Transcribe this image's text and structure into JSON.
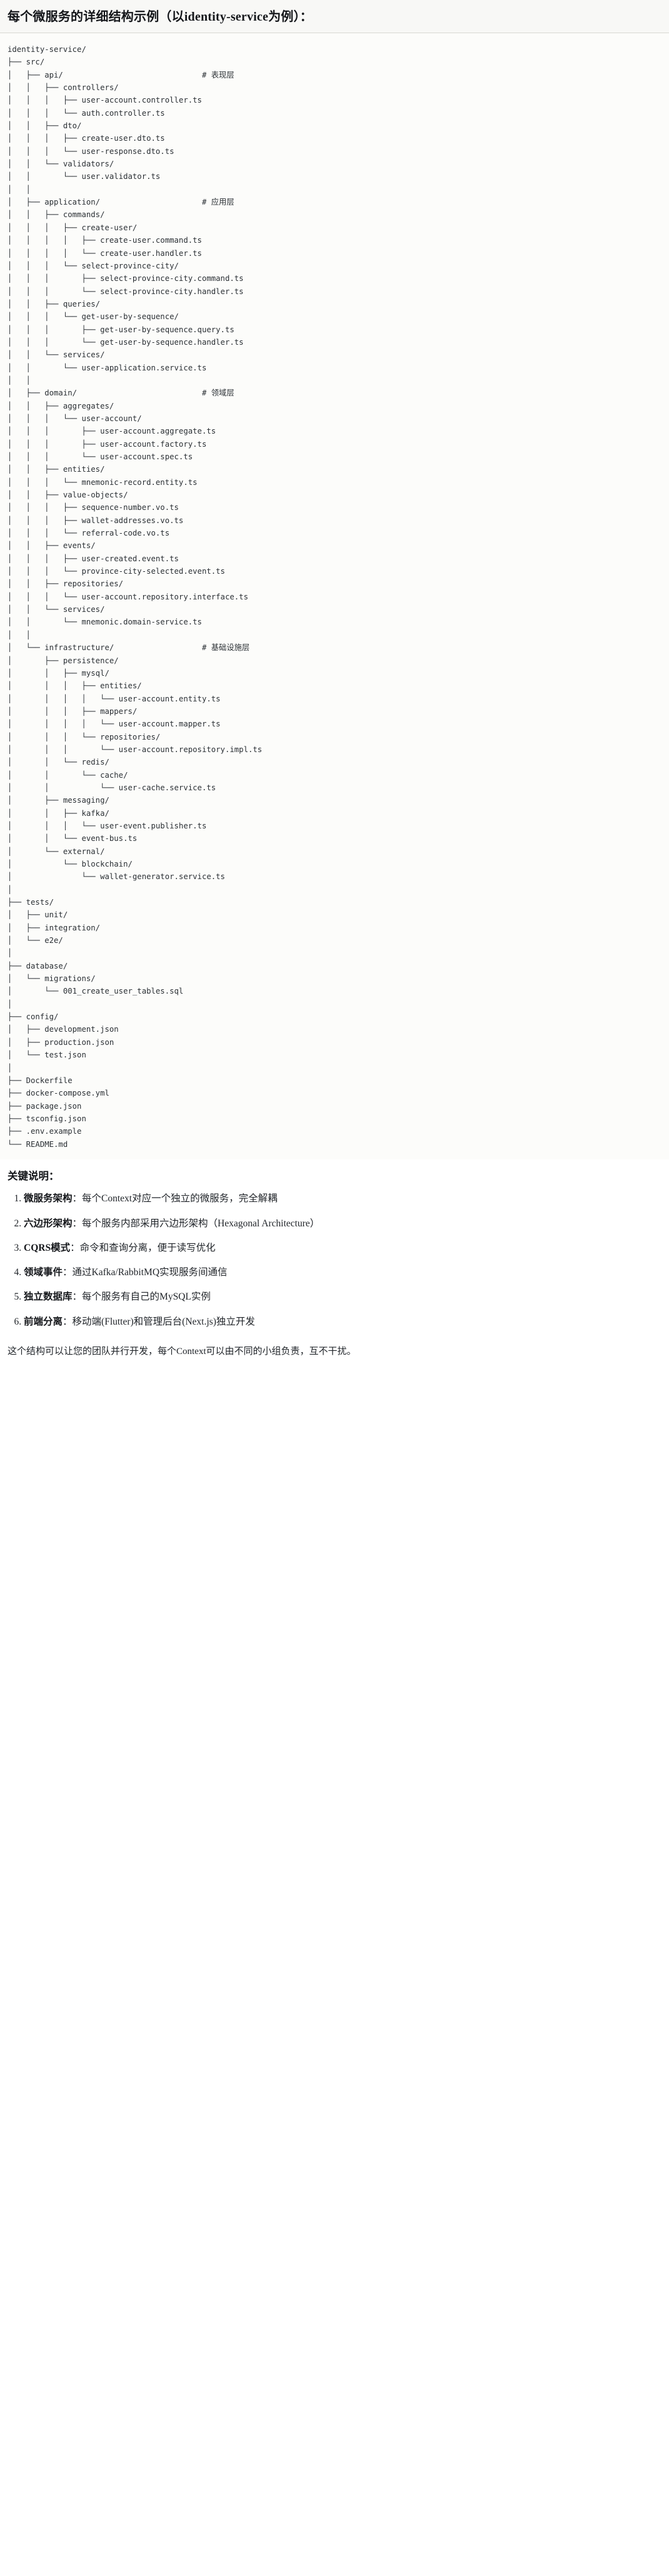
{
  "header": {
    "title": "每个微服务的详细结构示例（以identity-service为例）："
  },
  "tree": {
    "root": "identity-service/",
    "text": "identity-service/\n├── src/\n│   ├── api/                              # 表现层\n│   │   ├── controllers/\n│   │   │   ├── user-account.controller.ts\n│   │   │   └── auth.controller.ts\n│   │   ├── dto/\n│   │   │   ├── create-user.dto.ts\n│   │   │   └── user-response.dto.ts\n│   │   └── validators/\n│   │       └── user.validator.ts\n│   │\n│   ├── application/                      # 应用层\n│   │   ├── commands/\n│   │   │   ├── create-user/\n│   │   │   │   ├── create-user.command.ts\n│   │   │   │   └── create-user.handler.ts\n│   │   │   └── select-province-city/\n│   │   │       ├── select-province-city.command.ts\n│   │   │       └── select-province-city.handler.ts\n│   │   ├── queries/\n│   │   │   └── get-user-by-sequence/\n│   │   │       ├── get-user-by-sequence.query.ts\n│   │   │       └── get-user-by-sequence.handler.ts\n│   │   └── services/\n│   │       └── user-application.service.ts\n│   │\n│   ├── domain/                           # 领域层\n│   │   ├── aggregates/\n│   │   │   └── user-account/\n│   │   │       ├── user-account.aggregate.ts\n│   │   │       ├── user-account.factory.ts\n│   │   │       └── user-account.spec.ts\n│   │   ├── entities/\n│   │   │   └── mnemonic-record.entity.ts\n│   │   ├── value-objects/\n│   │   │   ├── sequence-number.vo.ts\n│   │   │   ├── wallet-addresses.vo.ts\n│   │   │   └── referral-code.vo.ts\n│   │   ├── events/\n│   │   │   ├── user-created.event.ts\n│   │   │   └── province-city-selected.event.ts\n│   │   ├── repositories/\n│   │   │   └── user-account.repository.interface.ts\n│   │   └── services/\n│   │       └── mnemonic.domain-service.ts\n│   │\n│   └── infrastructure/                   # 基础设施层\n│       ├── persistence/\n│       │   ├── mysql/\n│       │   │   ├── entities/\n│       │   │   │   └── user-account.entity.ts\n│       │   │   ├── mappers/\n│       │   │   │   └── user-account.mapper.ts\n│       │   │   └── repositories/\n│       │   │       └── user-account.repository.impl.ts\n│       │   └── redis/\n│       │       └── cache/\n│       │           └── user-cache.service.ts\n│       ├── messaging/\n│       │   ├── kafka/\n│       │   │   └── user-event.publisher.ts\n│       │   └── event-bus.ts\n│       └── external/\n│           └── blockchain/\n│               └── wallet-generator.service.ts\n│\n├── tests/\n│   ├── unit/\n│   ├── integration/\n│   └── e2e/\n│\n├── database/\n│   └── migrations/\n│       └── 001_create_user_tables.sql\n│\n├── config/\n│   ├── development.json\n│   ├── production.json\n│   └── test.json\n│\n├── Dockerfile\n├── docker-compose.yml\n├── package.json\n├── tsconfig.json\n├── .env.example\n└── README.md",
    "layer_comments": [
      "# 表现层",
      "# 应用层",
      "# 领域层",
      "# 基础设施层"
    ]
  },
  "keys": {
    "heading": "关键说明：",
    "items": [
      {
        "term": "微服务架构",
        "sep": "：",
        "desc": "每个Context对应一个独立的微服务，完全解耦"
      },
      {
        "term": "六边形架构",
        "sep": "：",
        "desc": "每个服务内部采用六边形架构（Hexagonal Architecture）"
      },
      {
        "term": "CQRS模式",
        "sep": "：",
        "desc": "命令和查询分离，便于读写优化"
      },
      {
        "term": "领域事件",
        "sep": "：",
        "desc": "通过Kafka/RabbitMQ实现服务间通信"
      },
      {
        "term": "独立数据库",
        "sep": "：",
        "desc": "每个服务有自己的MySQL实例"
      },
      {
        "term": "前端分离",
        "sep": "：",
        "desc": "移动端(Flutter)和管理后台(Next.js)独立开发"
      }
    ]
  },
  "closing": {
    "text": "这个结构可以让您的团队并行开发，每个Context可以由不同的小组负责，互不干扰。"
  }
}
